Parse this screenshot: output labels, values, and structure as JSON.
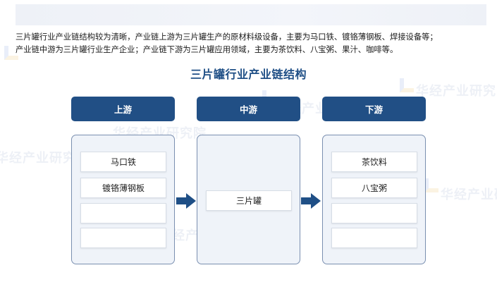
{
  "intro": {
    "line1": "三片罐行业产业链结构较为清晰，产业链上游为三片罐生产的原材料级设备，主要为马口铁、镀铬薄钢板、焊接设备等；",
    "line2": "产业链中游为三片罐行业生产企业；产业链下游为三片罐应用领域，主要为茶饮料、八宝粥、果汁、咖啡等。"
  },
  "diagram": {
    "title": "三片罐行业产业链结构",
    "stages": [
      {
        "header": "上游",
        "items": [
          "马口铁",
          "镀铬薄钢板",
          "",
          ""
        ]
      },
      {
        "header": "中游",
        "items": [
          "三片罐"
        ]
      },
      {
        "header": "下游",
        "items": [
          "茶饮料",
          "八宝粥",
          "",
          ""
        ]
      }
    ]
  },
  "watermark": {
    "text": "华经产业研究院"
  },
  "colors": {
    "header_bg": "#214f85",
    "title": "#1f4f86",
    "arrow": "#1f4f86",
    "panel_bg": "#eff3f9",
    "panel_border": "#7a8fb0"
  }
}
